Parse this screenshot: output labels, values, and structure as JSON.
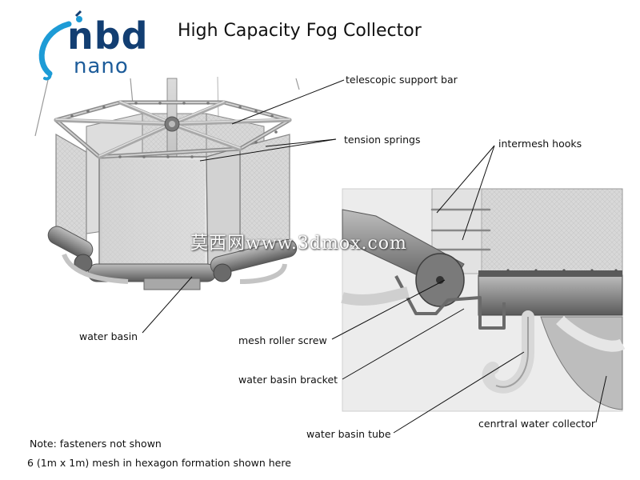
{
  "title": "High Capacity Fog Collector",
  "logo": {
    "primary": "nbd",
    "secondary": "nano",
    "colors": [
      "#123e72",
      "#1d9bd6"
    ]
  },
  "callouts": {
    "telescopic_support_bar": "telescopic support bar",
    "tension_springs": "tension springs",
    "intermesh_hooks": "intermesh hooks",
    "water_basin": "water basin",
    "mesh_roller_screw": "mesh roller screw",
    "water_basin_bracket": "water basin bracket",
    "water_basin_tube": "water basin tube",
    "central_water_collector": "cenrtral water collector"
  },
  "notes": {
    "fasteners": "Note: fasteners not shown",
    "formation": "6 (1m x 1m) mesh in hexagon formation shown here"
  },
  "watermark": "莫西网www.3dmox.com"
}
